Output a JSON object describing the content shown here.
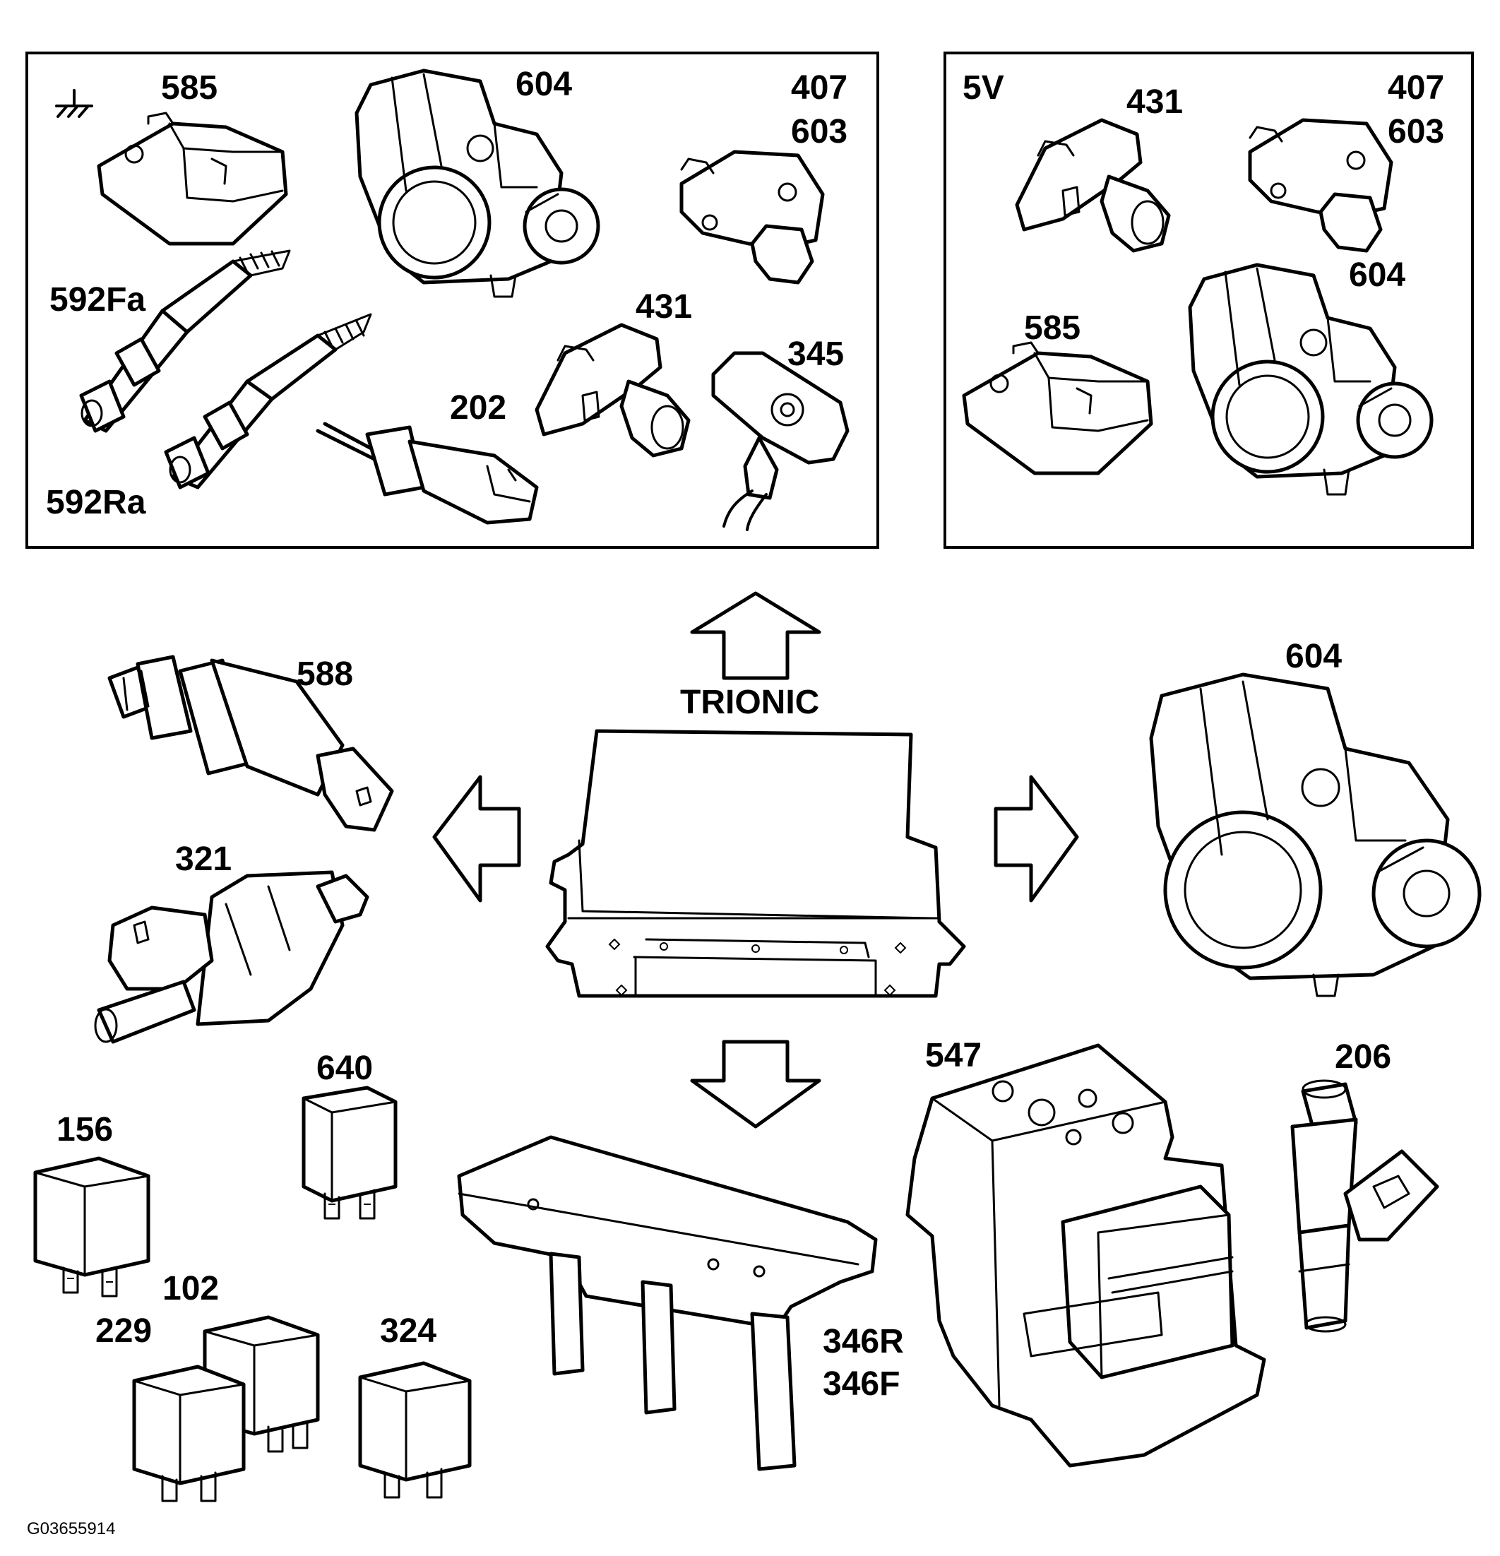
{
  "central_unit": {
    "label": "TRIONIC"
  },
  "panel_ground": {
    "labels": {
      "l585": "585",
      "l604": "604",
      "l407": "407",
      "l603": "603",
      "l592fa": "592Fa",
      "l431": "431",
      "l345": "345",
      "l202": "202",
      "l592ra": "592Ra"
    }
  },
  "panel_5v": {
    "title": "5V",
    "labels": {
      "l431": "431",
      "l407": "407",
      "l603": "603",
      "l604": "604",
      "l585": "585"
    }
  },
  "outputs": {
    "l588": "588",
    "l321": "321",
    "l604": "604",
    "l640": "640",
    "l156": "156",
    "l102": "102",
    "l229": "229",
    "l324": "324",
    "l547": "547",
    "l206": "206",
    "l346r": "346R",
    "l346f": "346F"
  },
  "figure_id": "G03655914"
}
